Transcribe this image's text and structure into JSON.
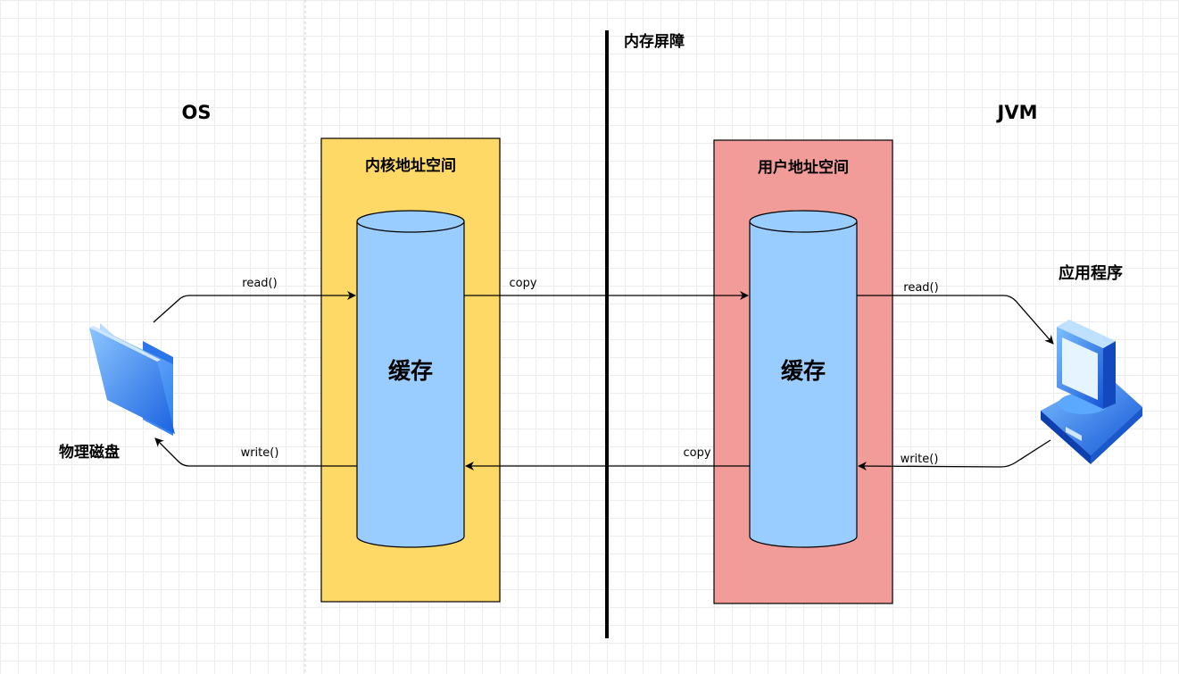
{
  "labels": {
    "os": "OS",
    "jvm": "JVM",
    "barrier": "内存屏障",
    "kernel_space": "内核地址空间",
    "user_space": "用户地址空间",
    "kernel_cache": "缓存",
    "user_cache": "缓存",
    "disk": "物理磁盘",
    "app": "应用程序"
  },
  "edges": {
    "disk_read": "read()",
    "disk_write": "write()",
    "copy_to_user": "copy",
    "copy_to_kernel": "copy",
    "app_read": "read()",
    "app_write": "write()"
  },
  "icons": {
    "disk": "folder-icon",
    "app": "computer-icon"
  },
  "colors": {
    "kernel_space_fill": "#ffd966",
    "user_space_fill": "#f19c99",
    "cache_fill": "#99ccff",
    "icon_blue": "#1f6fe0"
  }
}
